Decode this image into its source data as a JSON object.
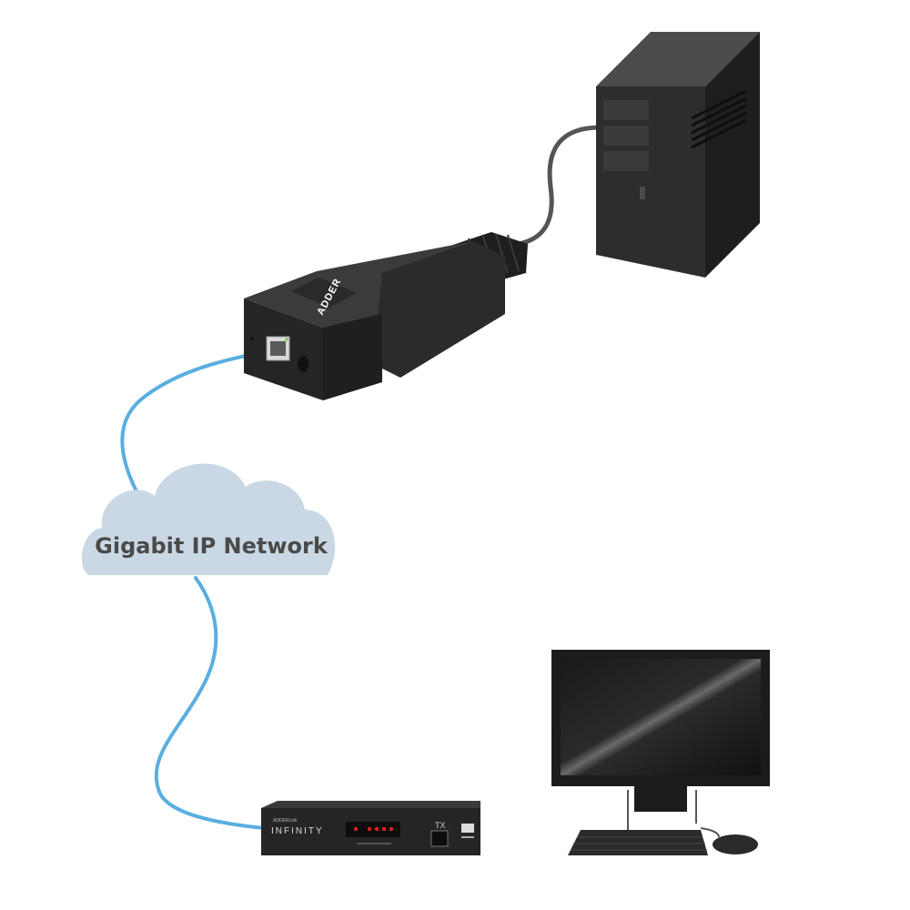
{
  "network": {
    "label": "Gigabit IP Network"
  },
  "adapter": {
    "logo": "ADDER"
  },
  "receiver": {
    "brand": "INFINITY",
    "brand_sub": "ADDERLink",
    "port_label": "TX"
  },
  "colors": {
    "cable_blue": "#5aaee0",
    "cable_dark": "#555555",
    "cloud_fill": "#c9d8e4",
    "device_dark": "#2b2b2d",
    "led_red": "#e02020"
  }
}
